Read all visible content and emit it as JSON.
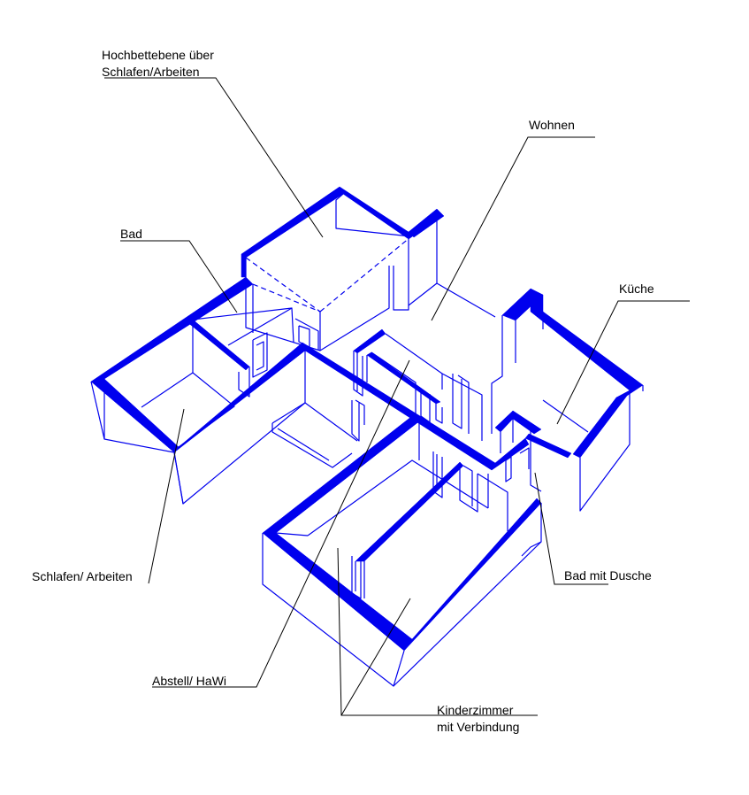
{
  "colors": {
    "wall": "#0000ee",
    "label": "#000000",
    "background": "#ffffff"
  },
  "labels": {
    "hochbett_line1": "Hochbettebene über",
    "hochbett_line2": "Schlafen/Arbeiten",
    "wohnen": "Wohnen",
    "bad": "Bad",
    "kueche": "Küche",
    "schlafen": "Schlafen/ Arbeiten",
    "bad_dusche": "Bad mit Dusche",
    "abstell": "Abstell/ HaWi",
    "kinder_line1": "Kinderzimmer",
    "kinder_line2": "mit Verbindung"
  }
}
